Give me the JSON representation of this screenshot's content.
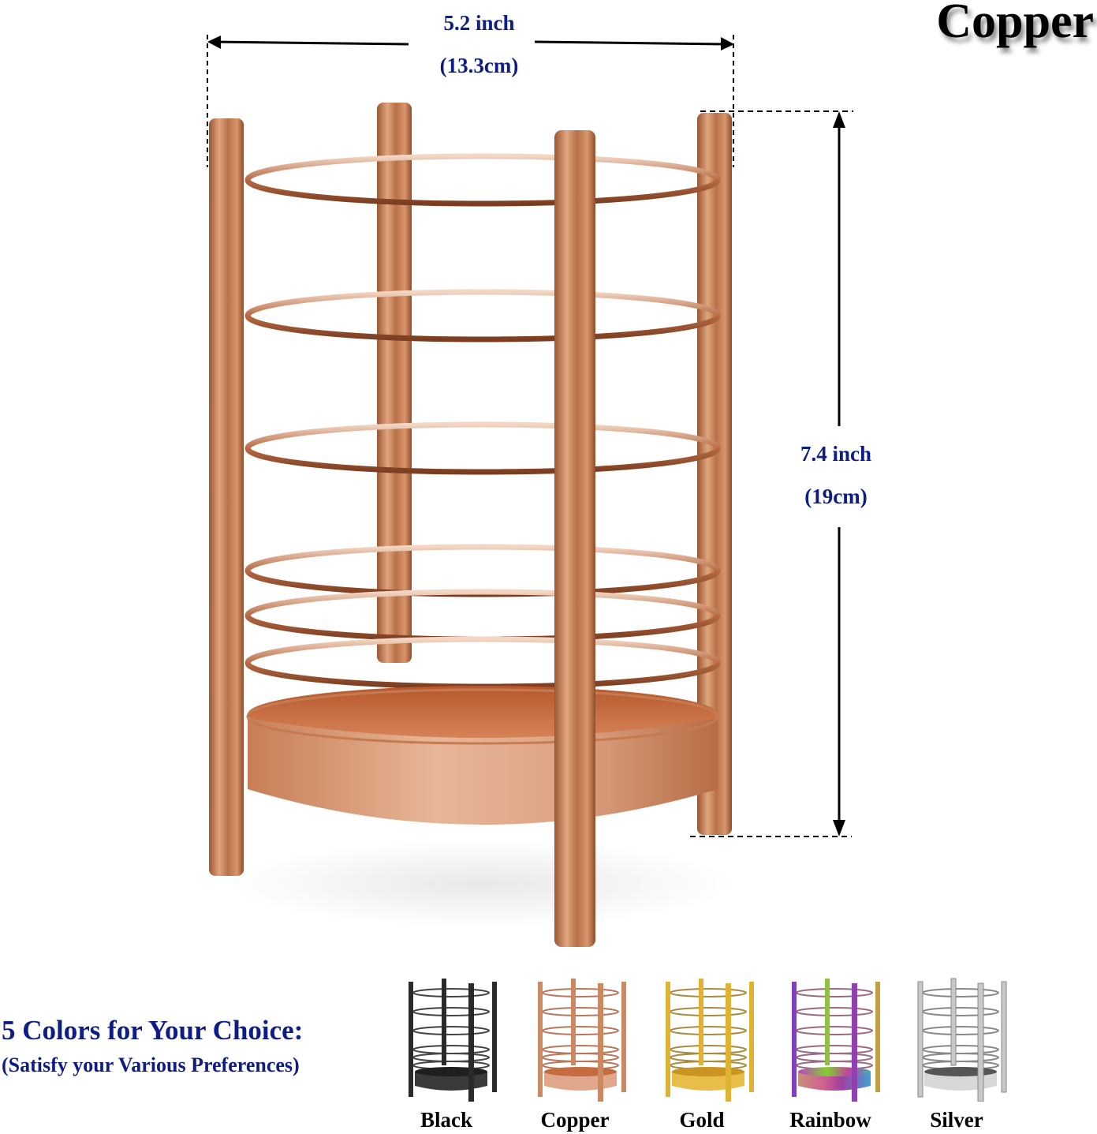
{
  "title": "Copper",
  "dimensions": {
    "width": {
      "inch": "5.2 inch",
      "cm": "(13.3cm)"
    },
    "height": {
      "inch": "7.4 inch",
      "cm": "(19cm)"
    }
  },
  "product": {
    "name": "utensil-holder",
    "color_name": "Copper",
    "rings": 6,
    "legs": 4
  },
  "promo": {
    "title": "5 Colors for Your Choice:",
    "subtitle": "(Satisfy your Various Preferences)"
  },
  "color_options": [
    {
      "label": "Black",
      "color": "#2b2b2b"
    },
    {
      "label": "Copper",
      "color": "#c98a63"
    },
    {
      "label": "Gold",
      "color": "#e0b233"
    },
    {
      "label": "Rainbow",
      "color": "#a050c0"
    },
    {
      "label": "Silver",
      "color": "#c8c8c8"
    }
  ],
  "colors": {
    "label_blue": "#0d1d84",
    "copper_dark": "#a8633d",
    "copper_light": "#e2ae8c"
  }
}
